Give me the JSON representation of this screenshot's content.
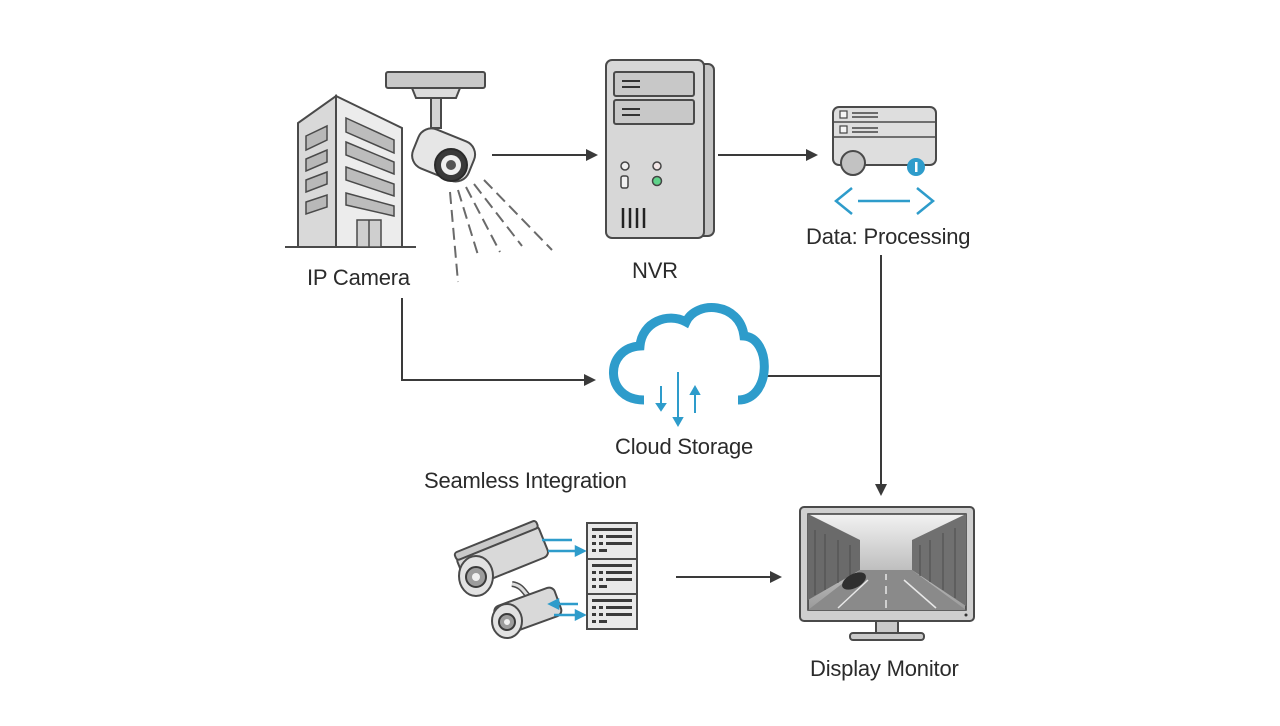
{
  "diagram": {
    "title": "IP camera surveillance system data flow",
    "nodes": {
      "ip_camera": {
        "label": "IP Camera",
        "icon": "building-with-ceiling-camera-icon"
      },
      "nvr": {
        "label": "NVR",
        "icon": "server-tower-icon"
      },
      "data_processing": {
        "label": "Data: Processing",
        "icon": "data-processing-server-icon"
      },
      "cloud_storage": {
        "label": "Cloud Storage",
        "icon": "cloud-upload-download-icon"
      },
      "seamless_integration": {
        "label": "Seamless Integration",
        "icon": "bullet-cameras-and-server-rack-icon"
      },
      "display_monitor": {
        "label": "Display Monitor",
        "icon": "monitor-with-street-view-icon"
      }
    },
    "edges": [
      {
        "from": "IP Camera",
        "to": "NVR"
      },
      {
        "from": "NVR",
        "to": "Data: Processing"
      },
      {
        "from": "IP Camera",
        "to": "Cloud Storage"
      },
      {
        "from": "Data: Processing",
        "to": "Display Monitor"
      },
      {
        "from": "Cloud Storage",
        "to": "Display Monitor"
      },
      {
        "from": "Seamless Integration",
        "to": "Display Monitor"
      }
    ],
    "colors": {
      "line": "#3a3a3a",
      "accent_blue": "#2e9ccb",
      "device_gray": "#d4d4d4",
      "outline": "#4a4a4a",
      "led_green": "#5fd38a"
    }
  }
}
